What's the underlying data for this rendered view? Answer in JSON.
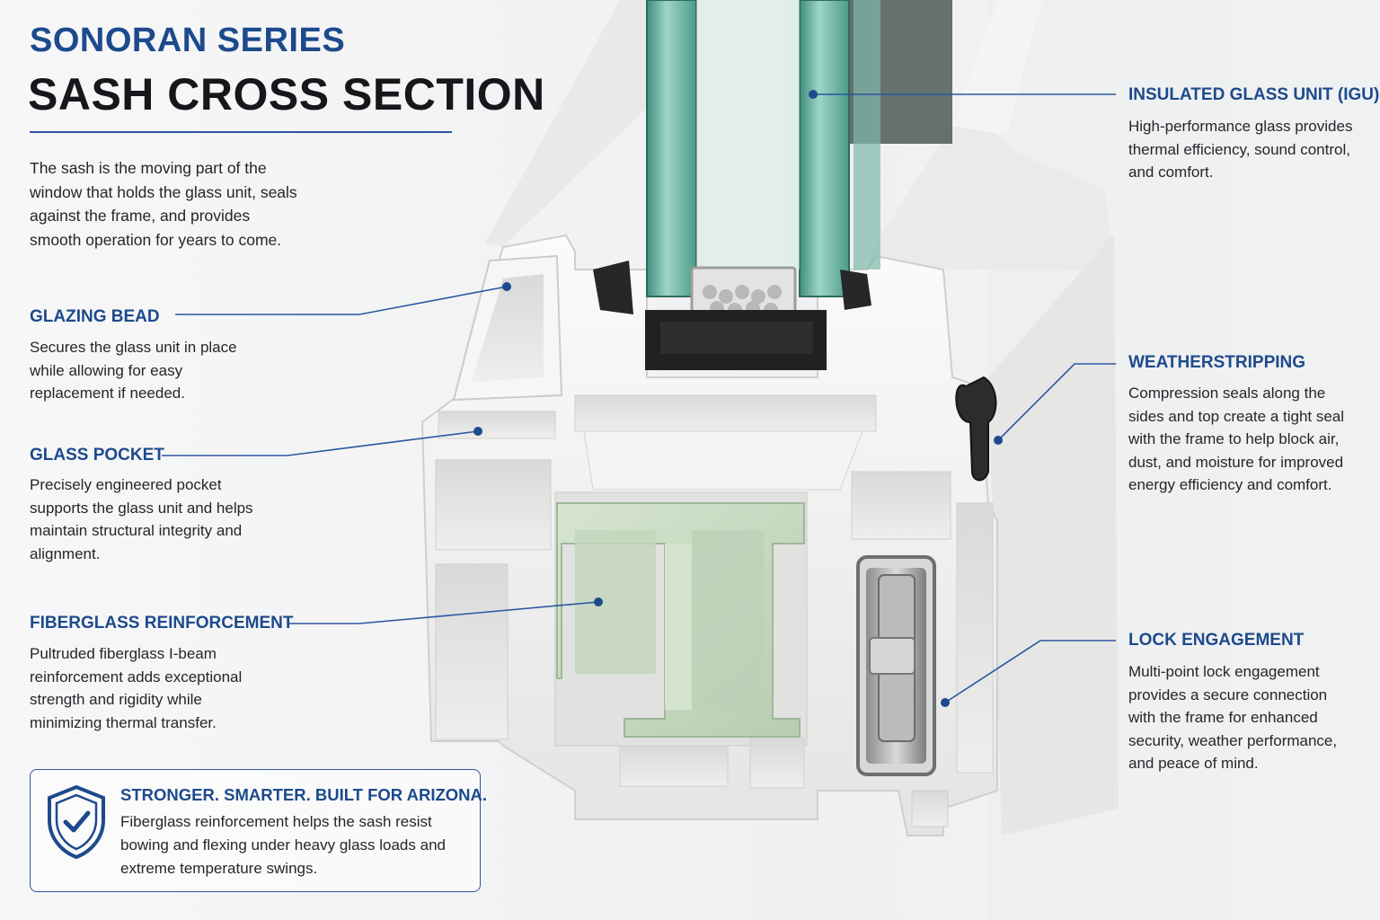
{
  "header": {
    "series_title": "SONORAN SERIES",
    "main_title": "SASH CROSS SECTION"
  },
  "intro": "The sash is the moving part of the window that holds the glass unit, seals against the frame, and provides smooth operation for years to come.",
  "callouts": {
    "glazing_bead": {
      "title": "GLAZING BEAD",
      "text": "Secures the glass unit in place while allowing for easy replacement if needed."
    },
    "glass_pocket": {
      "title": "GLASS POCKET",
      "text": "Precisely engineered pocket supports the glass unit and helps maintain structural integrity and alignment."
    },
    "fiberglass_reinforcement": {
      "title": "FIBERGLASS REINFORCEMENT",
      "text": "Pultruded fiberglass I-beam reinforcement adds exceptional strength and rigidity while minimizing thermal transfer."
    },
    "igu": {
      "title": "INSULATED GLASS UNIT (IGU)",
      "text": "High-performance glass provides thermal efficiency, sound control, and comfort."
    },
    "weatherstripping": {
      "title": "WEATHERSTRIPPING",
      "text": "Compression seals along the sides and top create a tight seal with the frame to help block air, dust, and moisture for improved energy efficiency and comfort."
    },
    "lock_engagement": {
      "title": "LOCK ENGAGEMENT",
      "text": "Multi-point lock engagement provides a secure connection with the frame for enhanced security, weather performance, and peace of mind."
    }
  },
  "feature_box": {
    "title": "STRONGER. SMARTER. BUILT FOR ARIZONA.",
    "text": "Fiberglass reinforcement helps the sash resist bowing and flexing under heavy glass loads and extreme temperature swings.",
    "icon": "shield-check-icon"
  },
  "colors": {
    "accent": "#1d4a8c",
    "leader_line": "#2b56a0",
    "glass": "#7fc4b4",
    "fiberglass": "#c9dcc3",
    "vinyl": "#f1f1ef"
  }
}
